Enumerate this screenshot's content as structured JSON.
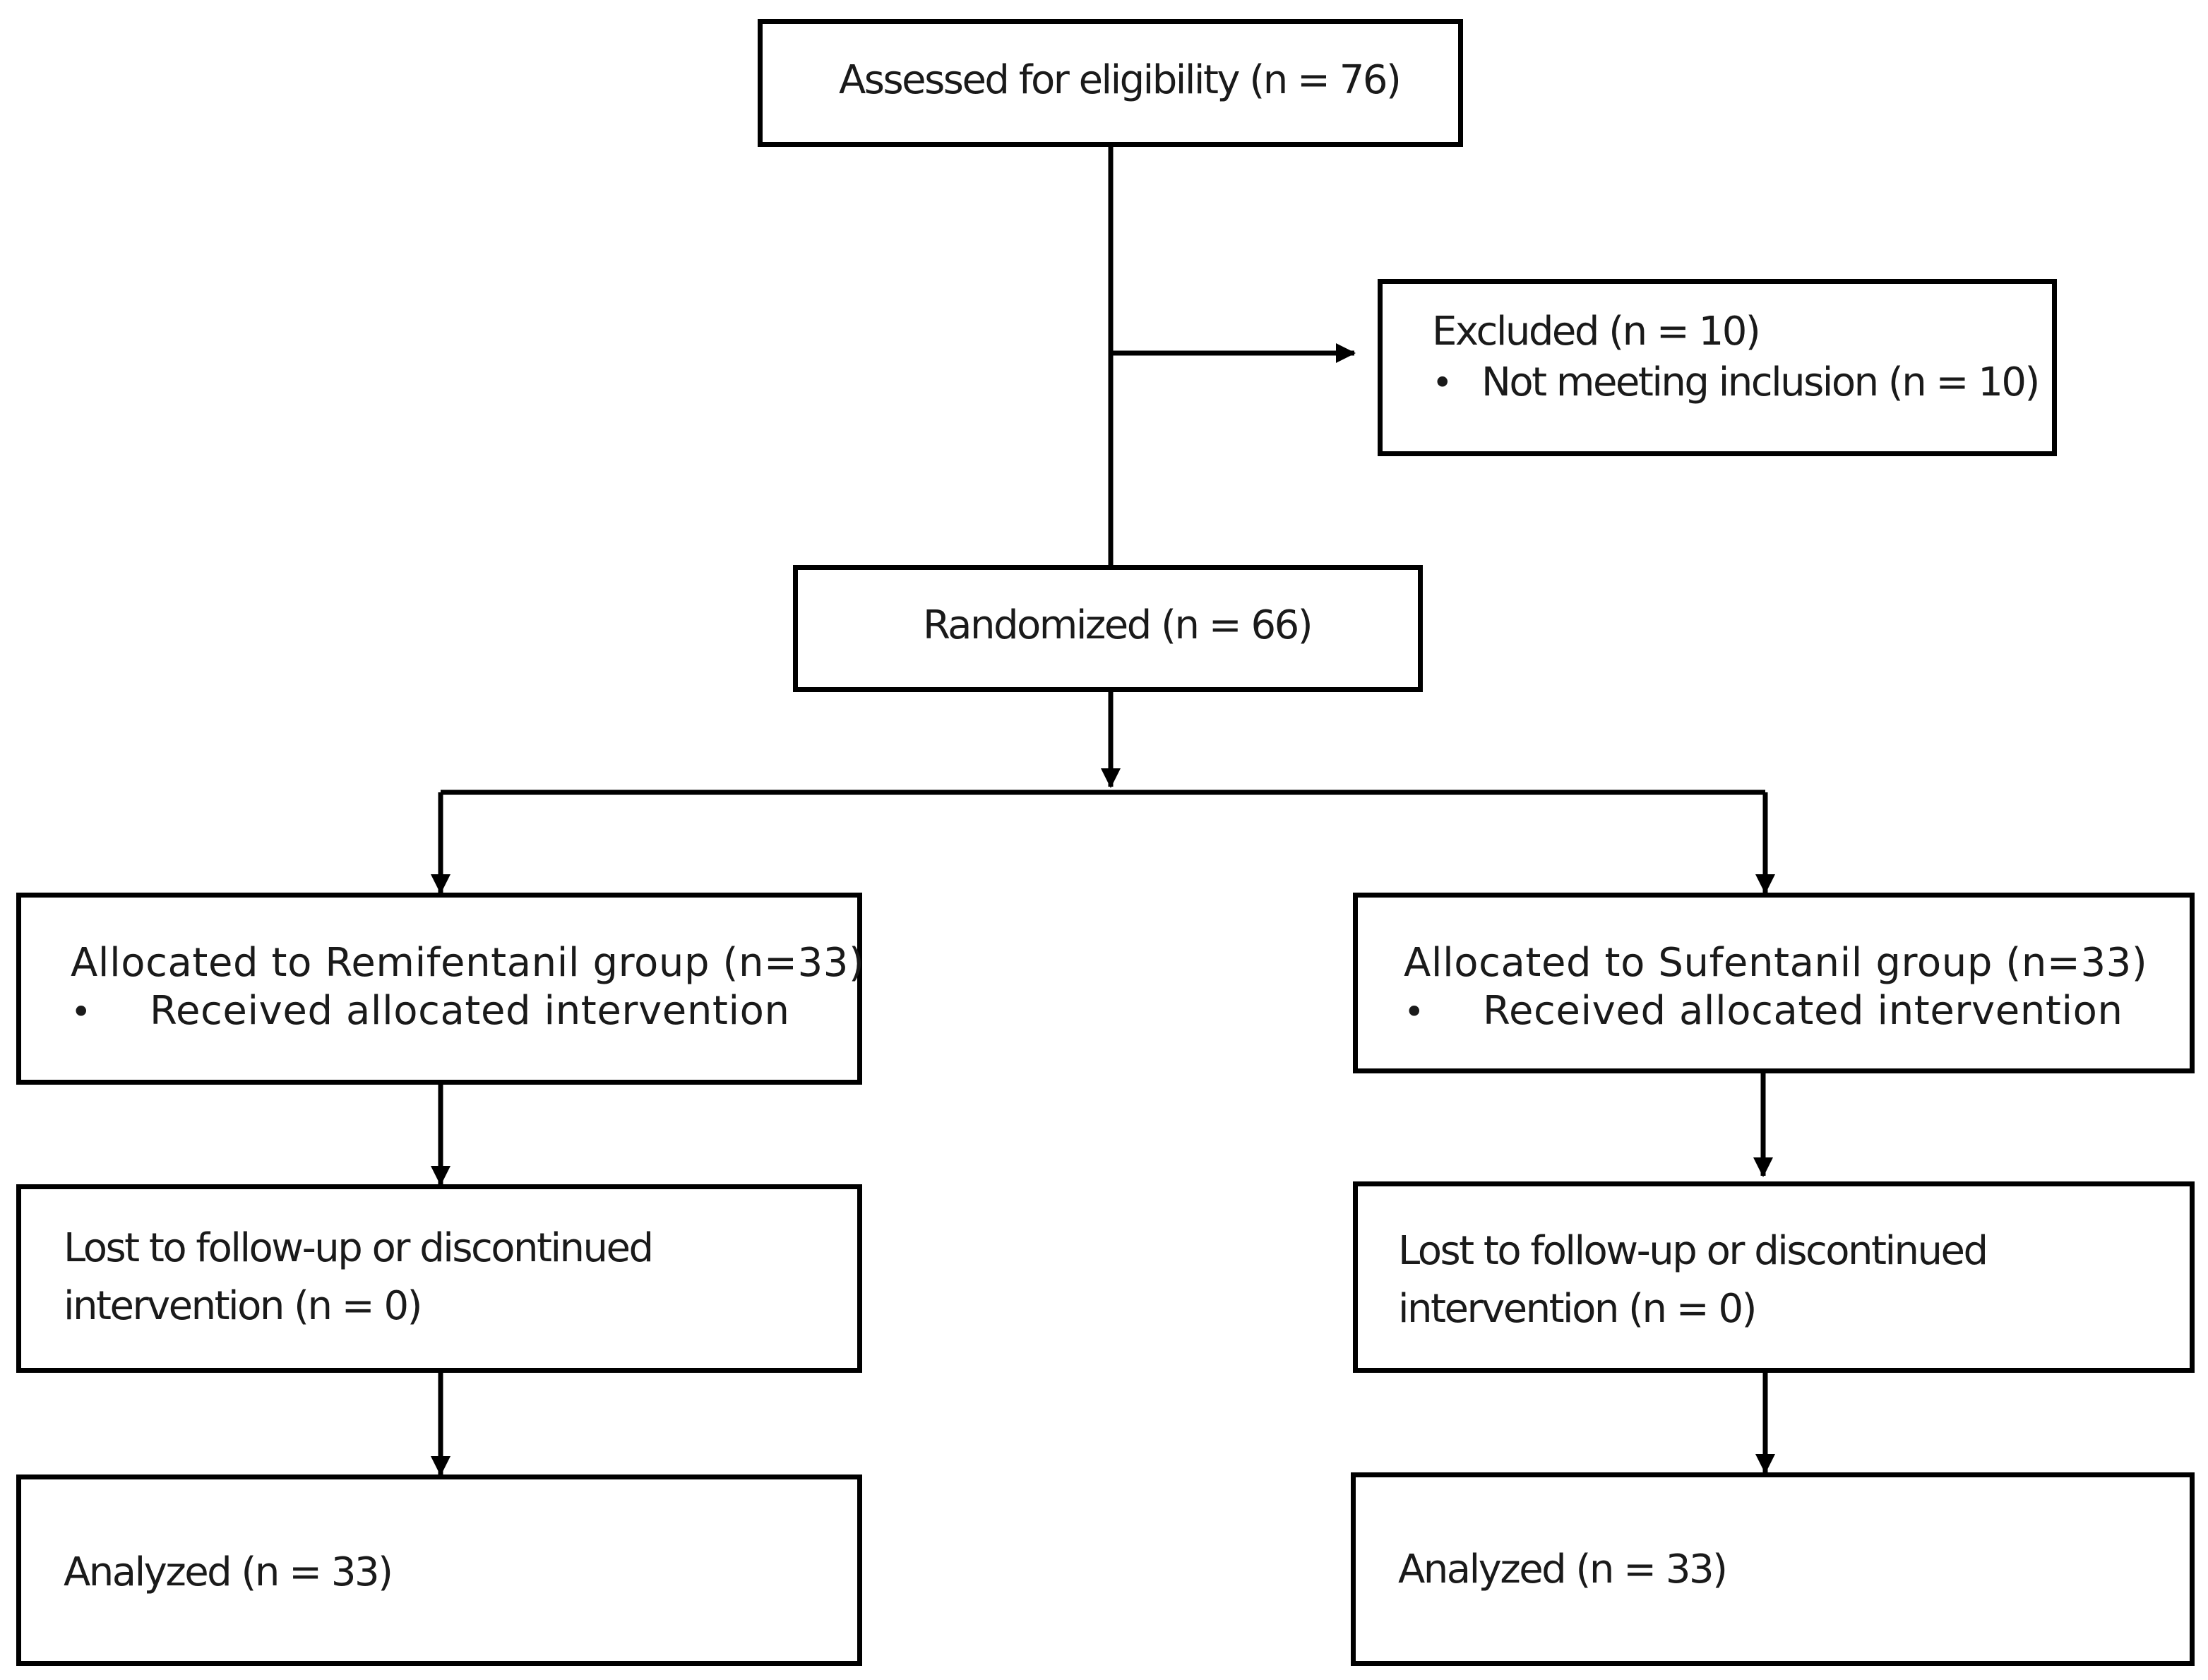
{
  "flowchart": {
    "assessed": {
      "label": "Assessed for eligibility  (n = 76)"
    },
    "excluded": {
      "label": "Excluded  (n = 10)",
      "bullet": "•",
      "item": "Not meeting inclusion (n = 10)"
    },
    "randomized": {
      "label": "Randomized (n = 66)"
    },
    "remifentanil": {
      "allocated": {
        "label": "Allocated to Remifentanil group (n=33)",
        "bullet": "•",
        "item": "Received allocated intervention"
      },
      "lost": {
        "line1": "Lost to follow-up or discontinued",
        "line2": "intervention  (n = 0)"
      },
      "analyzed": {
        "label": "Analyzed (n = 33)"
      }
    },
    "sufentanil": {
      "allocated": {
        "label": "Allocated to Sufentanil group (n=33)",
        "bullet": "•",
        "item": "Received allocated intervention"
      },
      "lost": {
        "line1": "Lost to follow-up or discontinued",
        "line2": "intervention  (n = 0)"
      },
      "analyzed": {
        "label": "Analyzed (n = 33)"
      }
    }
  },
  "colors": {
    "line": "#000000",
    "text": "#1a1a1a",
    "background": "#ffffff"
  }
}
